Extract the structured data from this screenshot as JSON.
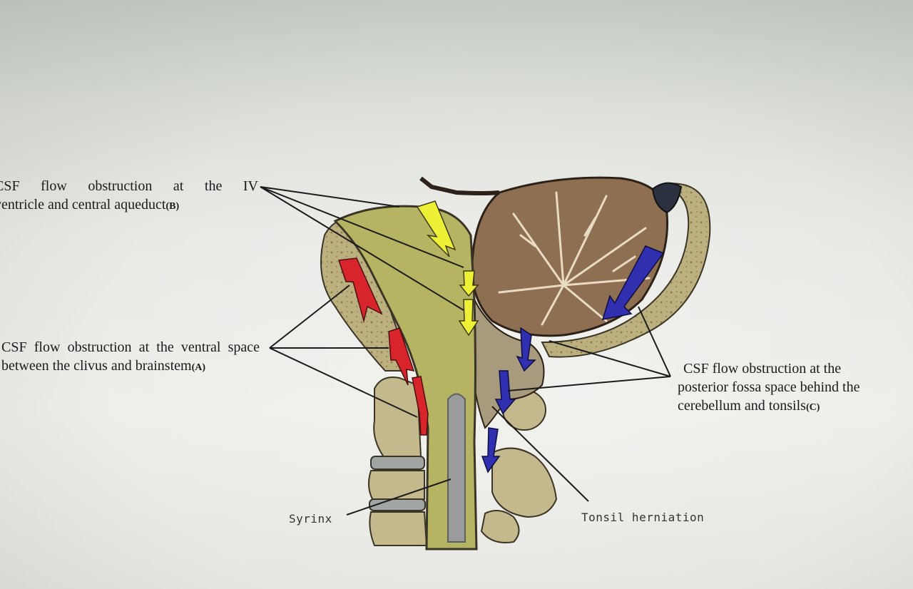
{
  "labels": {
    "ventricle_b": {
      "line1": "CSF flow obstruction at the IV",
      "line2": "ventricle and central aqueduct",
      "tag": "(B)"
    },
    "ventral_a": {
      "line1": "CSF flow obstruction at the ventral space between the clivus and brainstem",
      "tag": "(A)"
    },
    "posterior_c": {
      "line1": "CSF flow obstruction at the",
      "line2": "posterior fossa space behind the",
      "line3": "cerebellum and tonsils",
      "tag": "(C)"
    },
    "syrinx": "Syrinx",
    "tonsil": "Tonsil herniation"
  },
  "colors": {
    "arrow_a": "#d8242b",
    "arrow_b": "#eef036",
    "arrow_c": "#2f2fb0",
    "brainstem": "#b5b462",
    "cerebellum": "#8f6f52",
    "bone": "#b8ab7c"
  }
}
